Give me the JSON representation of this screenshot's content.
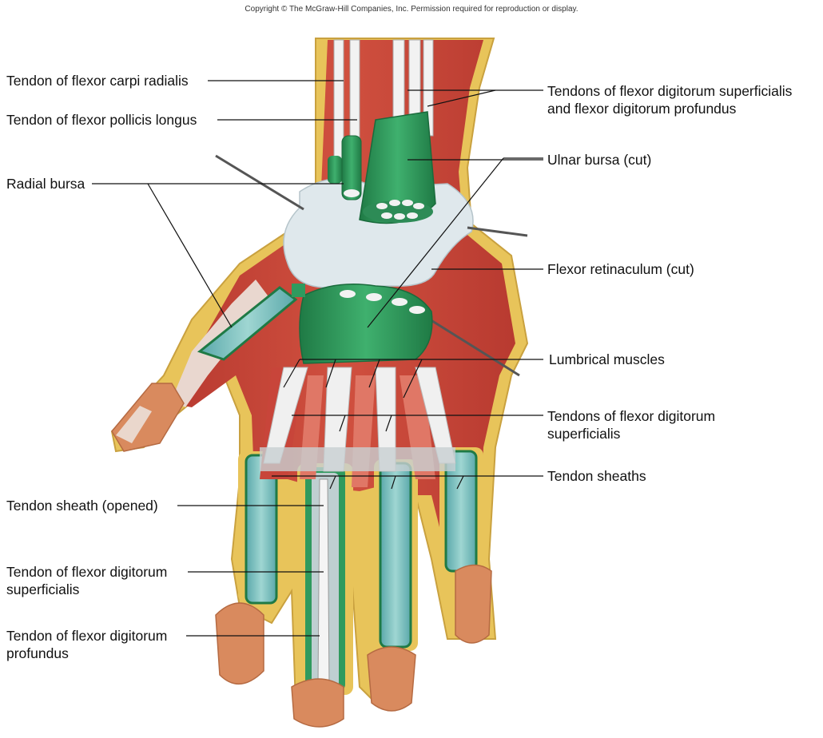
{
  "copyright": "Copyright © The McGraw-Hill Companies, Inc. Permission required for reproduction or display.",
  "labels": {
    "flexor_carpi_radialis": "Tendon of flexor carpi radialis",
    "flexor_pollicis_longus": "Tendon of flexor pollicis longus",
    "radial_bursa": "Radial bursa",
    "tendon_sheath_opened": "Tendon sheath (opened)",
    "fds_tendon_finger_l1": "Tendon of flexor digitorum",
    "fds_tendon_finger_l2": "superficialis",
    "fdp_tendon_finger_l1": "Tendon of flexor digitorum",
    "fdp_tendon_finger_l2": "profundus",
    "fds_fdp_tendons_l1": "Tendons of flexor digitorum superficialis",
    "fds_fdp_tendons_l2": "and flexor digitorum profundus",
    "ulnar_bursa": "Ulnar bursa (cut)",
    "flexor_retinaculum": "Flexor retinaculum (cut)",
    "lumbrical_muscles": "Lumbrical muscles",
    "fds_tendons_l1": "Tendons of flexor digitorum",
    "fds_tendons_l2": "superficialis",
    "tendon_sheaths": "Tendon sheaths"
  },
  "colors": {
    "muscle": "#c8453a",
    "muscle_light": "#e07766",
    "fat": "#e8c45a",
    "bursa": "#2f9a5e",
    "sheath": "#7fc4c4",
    "retinaculum": "#dfe8ec",
    "tendon": "#f2f2f2",
    "nail": "#d98a5e"
  }
}
